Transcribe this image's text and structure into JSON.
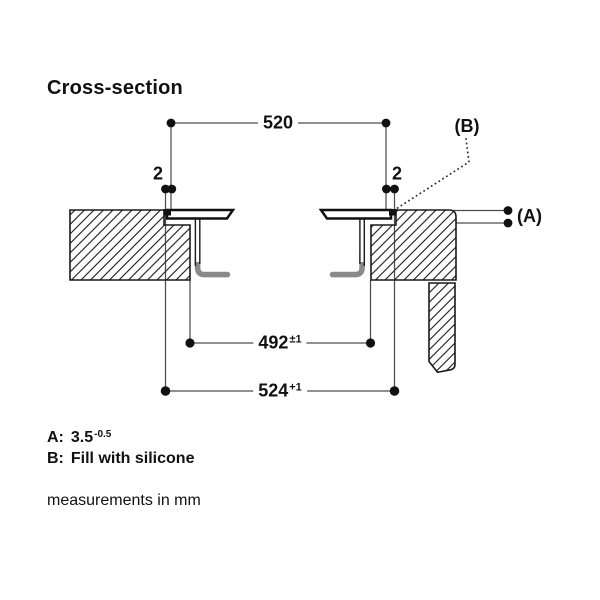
{
  "title": "Cross-section",
  "drawing": {
    "description": "cooktop-flush-installation-cross-section",
    "dimensions": {
      "glass_width": {
        "value": "520"
      },
      "gap_left": {
        "value": "2"
      },
      "gap_right": {
        "value": "2"
      },
      "cutout_width": {
        "value": "492",
        "tolerance": "±1"
      },
      "recess_width": {
        "value": "524",
        "tolerance": "+1"
      }
    },
    "callouts": {
      "a": "(A)",
      "b": "(B)"
    }
  },
  "notes": {
    "a": {
      "label": "A:",
      "value": "3.5",
      "tolerance": "-0.5"
    },
    "b": {
      "label": "B:",
      "text": "Fill with silicone"
    },
    "footer": "measurements in mm"
  },
  "colors": {
    "ink": "#111111",
    "dimension_line": "#4d4d4d",
    "frame_gray": "#8a8a8a",
    "background": "#ffffff"
  }
}
